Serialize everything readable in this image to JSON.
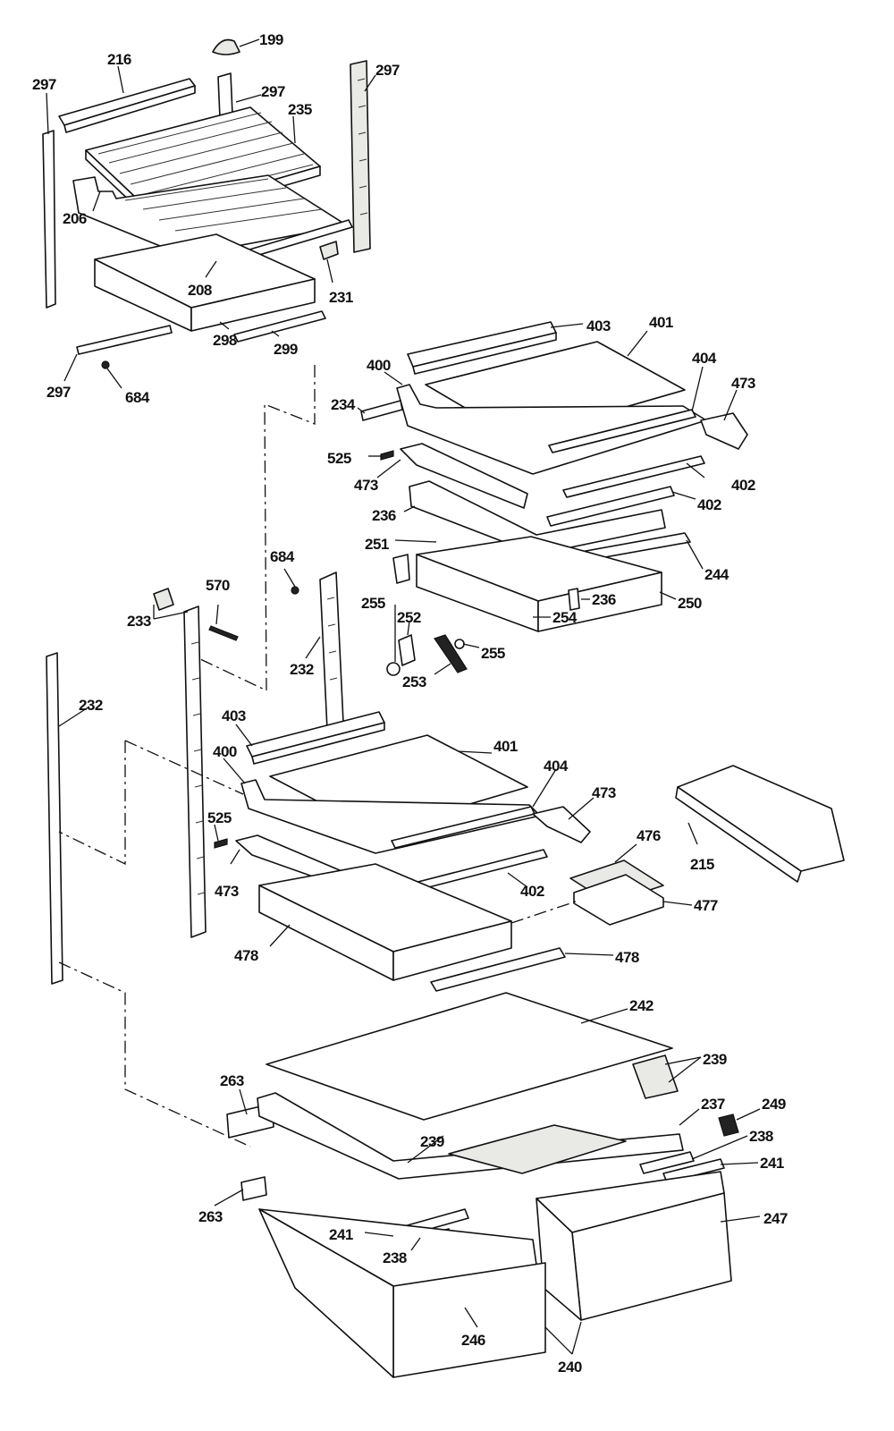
{
  "callouts": {
    "c199": "199",
    "c216": "216",
    "c297a": "297",
    "c297b": "297",
    "c297c": "297",
    "c235": "235",
    "c206": "206",
    "c208": "208",
    "c231": "231",
    "c298": "298",
    "c299": "299",
    "c297d": "297",
    "c684a": "684",
    "c403a": "403",
    "c401a": "401",
    "c400a": "400",
    "c404a": "404",
    "c473a": "473",
    "c234": "234",
    "c525a": "525",
    "c402a": "402",
    "c473b": "473",
    "c402b": "402",
    "c236a": "236",
    "c251": "251",
    "c244": "244",
    "c236b": "236",
    "c250": "250",
    "c255a": "255",
    "c252": "252",
    "c254": "254",
    "c255b": "255",
    "c253": "253",
    "c684b": "684",
    "c570": "570",
    "c233": "233",
    "c232a": "232",
    "c232b": "232",
    "c403b": "403",
    "c401b": "401",
    "c400b": "400",
    "c404b": "404",
    "c473c": "473",
    "c525b": "525",
    "c476": "476",
    "c215": "215",
    "c473d": "473",
    "c402c": "402",
    "c477": "477",
    "c478a": "478",
    "c478b": "478",
    "c242": "242",
    "c239a": "239",
    "c263a": "263",
    "c237": "237",
    "c249": "249",
    "c239b": "239",
    "c238a": "238",
    "c241a": "241",
    "c263b": "263",
    "c241b": "241",
    "c247": "247",
    "c238b": "238",
    "c246": "246",
    "c240": "240"
  }
}
